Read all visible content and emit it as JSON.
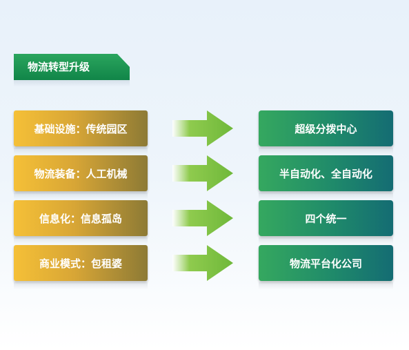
{
  "title": "物流转型升级",
  "rows": [
    {
      "from": "基础设施：传统园区",
      "to": "超级分拨中心"
    },
    {
      "from": "物流装备：人工机械",
      "to": "半自动化、全自动化"
    },
    {
      "from": "信息化：信息孤岛",
      "to": "四个统一"
    },
    {
      "from": "商业模式：包租婆",
      "to": "物流平台化公司"
    }
  ],
  "colors": {
    "title_green": "#1a9a52",
    "left_gold": "#f5c037",
    "left_olive": "#8d7a35",
    "right_green": "#35a85f",
    "right_teal": "#146c73",
    "arrow_green": "#7cc242"
  },
  "icons": [
    "arrow-right-icon"
  ]
}
